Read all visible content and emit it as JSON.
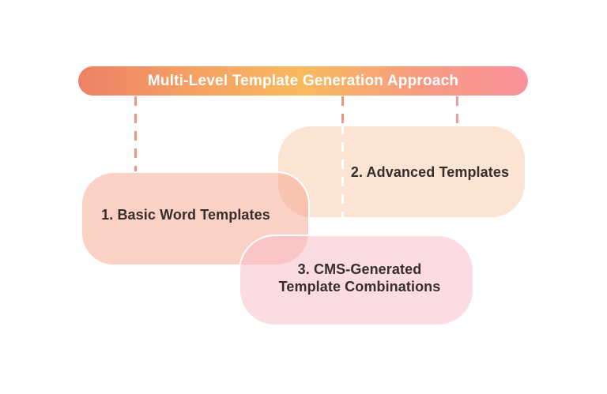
{
  "title": {
    "label": "Multi-Level Template Generation Approach"
  },
  "nodes": [
    {
      "label": "1. Basic Word Templates"
    },
    {
      "label": "2. Advanced Templates"
    },
    {
      "lines": [
        "3. CMS-Generated",
        "Template Combinations"
      ]
    }
  ],
  "colors": {
    "banner_gradient_left": "#ee8066",
    "banner_gradient_middle": "#f9ba5e",
    "banner_gradient_right": "#f9919c",
    "banner_text": "#ffffff",
    "node1_fill": "#fad2c5",
    "node2_fill": "#fce4d6",
    "node3_fill": "#fbdde2",
    "node_border": "#ffffff",
    "node_text": "#362d2d",
    "connector_salmon": "#ee9778",
    "connector_pink": "#f49a9c",
    "connector_white_over_node": "#ffffff",
    "background": "#ffffff"
  }
}
